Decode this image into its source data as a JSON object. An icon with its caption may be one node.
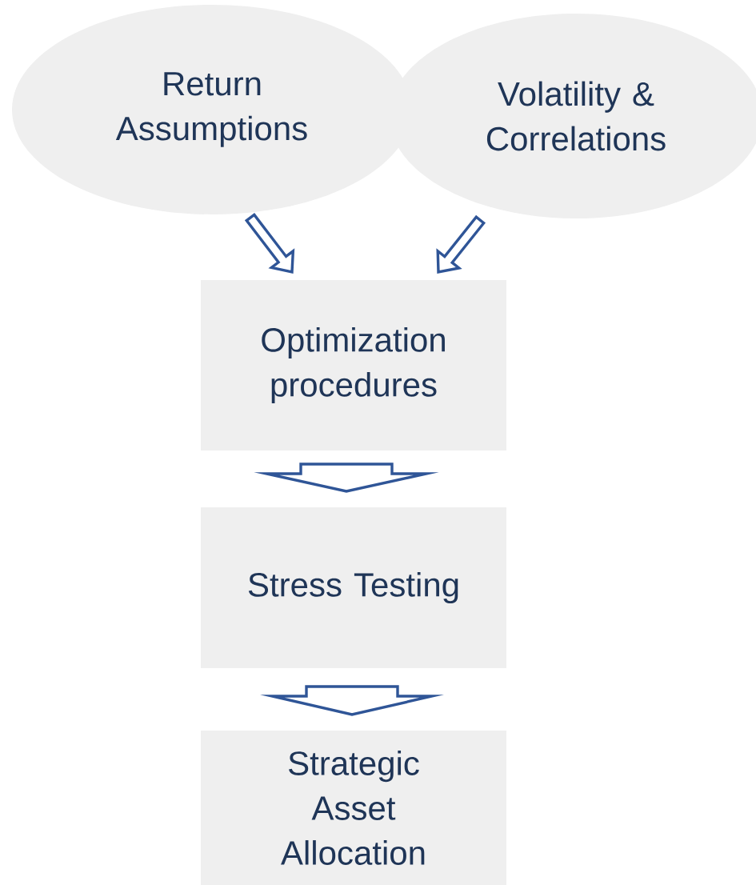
{
  "diagram": {
    "nodes": [
      {
        "text": [
          "Return Assumptions"
        ]
      },
      {
        "text": [
          "Volatility & Correlations"
        ]
      },
      {
        "text": [
          "Optimization procedures"
        ]
      },
      {
        "text": [
          "Stress Testing"
        ]
      },
      {
        "text": [
          "Strategic Asset Allocation"
        ]
      }
    ],
    "edges": [
      {
        "from": 0,
        "to": 2,
        "arrow": "to"
      },
      {
        "from": 1,
        "to": 2,
        "arrow": "to"
      },
      {
        "from": 2,
        "to": 3,
        "arrow": "to"
      },
      {
        "from": 3,
        "to": 4,
        "arrow": "to"
      }
    ]
  }
}
